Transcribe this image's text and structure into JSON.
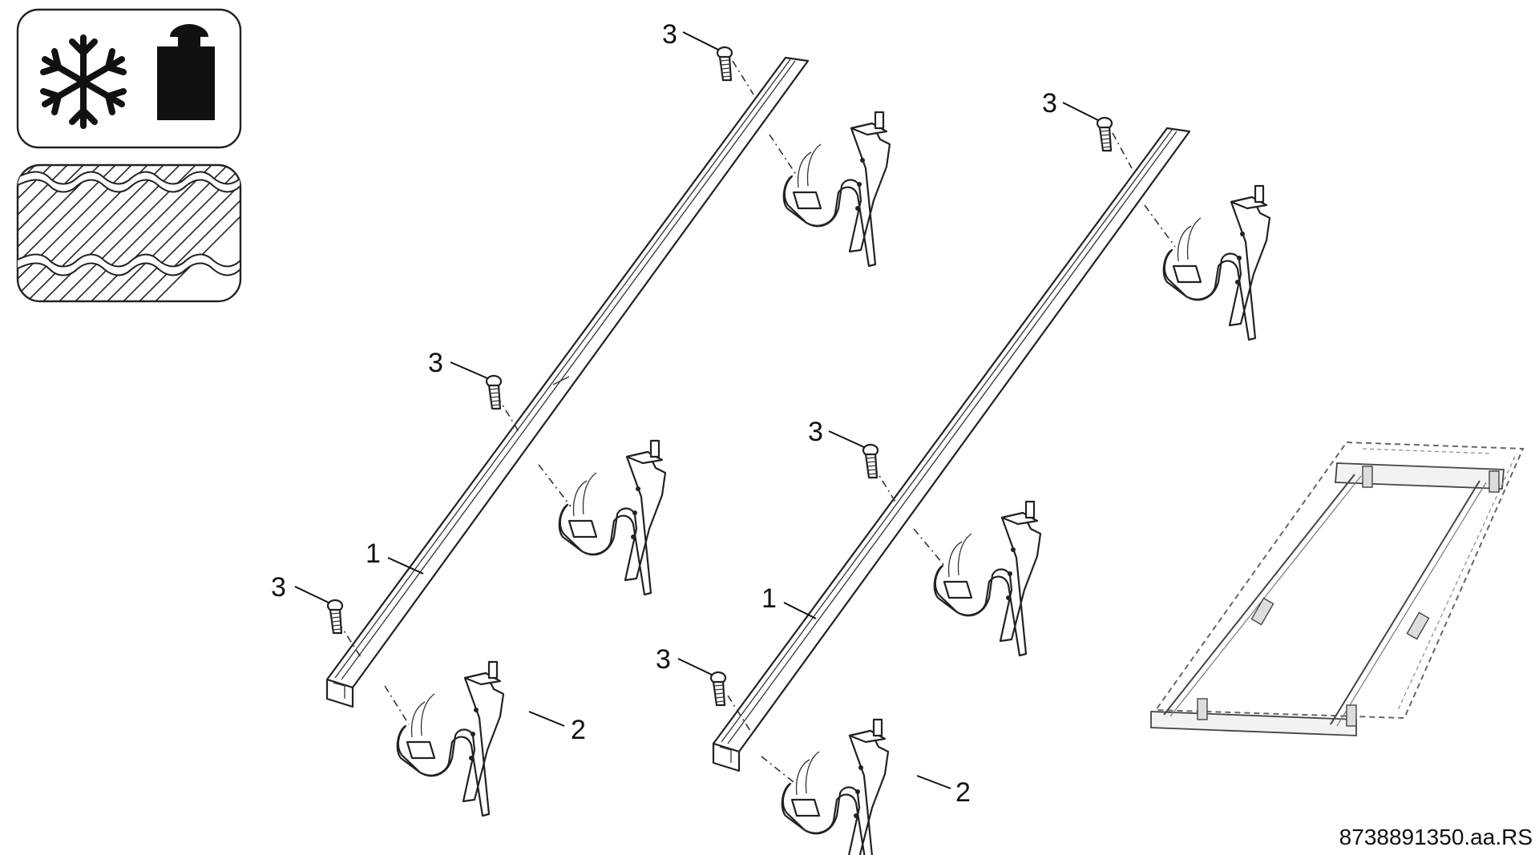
{
  "document_id": "8738891350.aa.RS",
  "icons": {
    "conditions_panel": [
      "snowflake-icon",
      "weight-icon"
    ],
    "roof_panel": "roof-tile-icon"
  },
  "part_labels": {
    "rail": "1",
    "roof_hook": "2",
    "screw": "3"
  }
}
